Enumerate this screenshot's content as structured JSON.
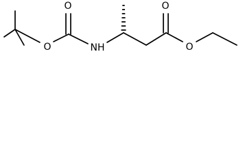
{
  "atoms": {
    "o_ether": "O",
    "o_carbonyl": "O",
    "nh": "NH",
    "o_ester_carbonyl": "O",
    "o_ester": "O"
  },
  "colors": {
    "bond": "#000000",
    "label": "#000000",
    "background": "#ffffff"
  }
}
